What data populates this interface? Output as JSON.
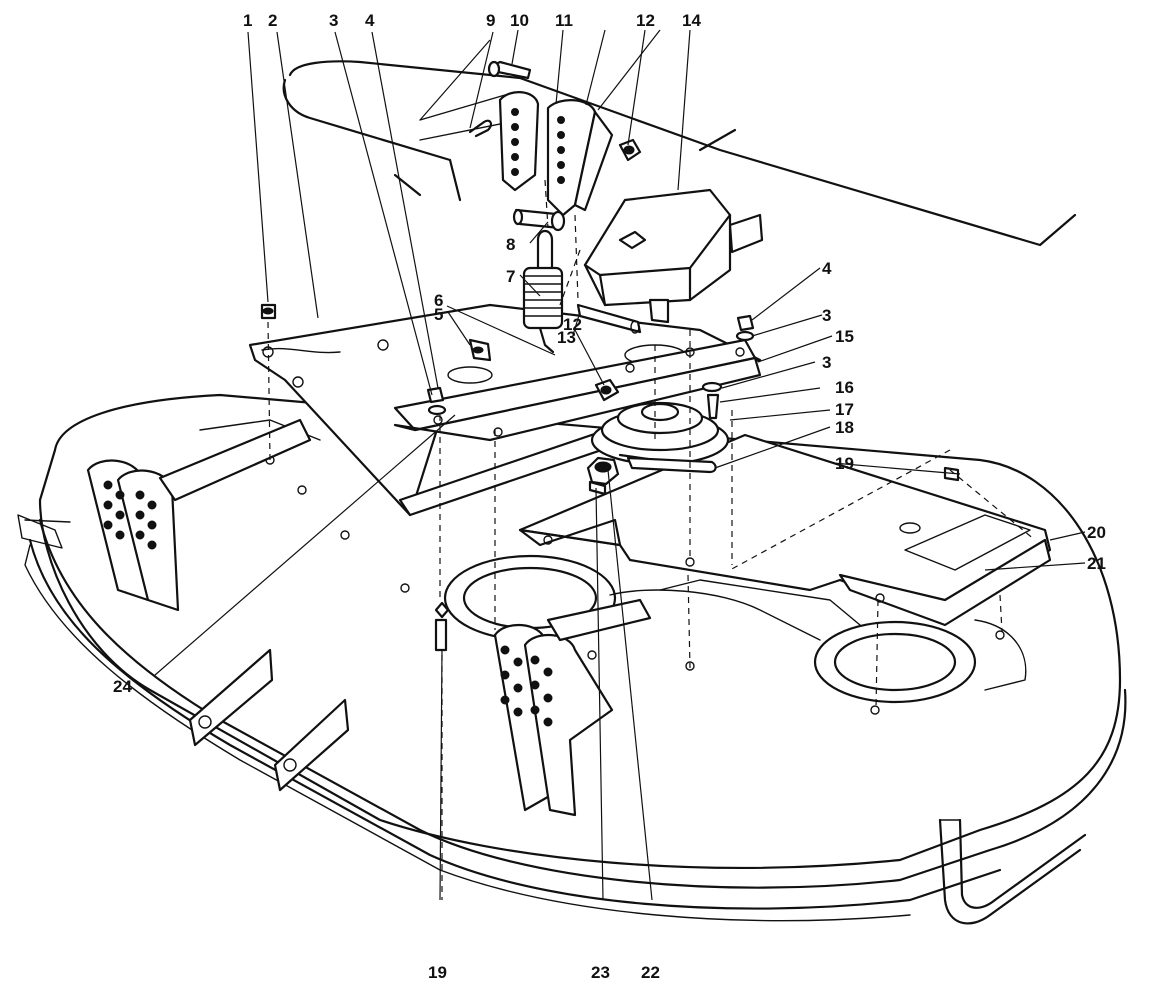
{
  "diagram": {
    "callouts": [
      {
        "id": "c1",
        "text": "1"
      },
      {
        "id": "c2",
        "text": "2"
      },
      {
        "id": "c3a",
        "text": "3"
      },
      {
        "id": "c4a",
        "text": "4"
      },
      {
        "id": "c9",
        "text": "9"
      },
      {
        "id": "c10",
        "text": "10"
      },
      {
        "id": "c11",
        "text": "11"
      },
      {
        "id": "c12a",
        "text": "12"
      },
      {
        "id": "c14",
        "text": "14"
      },
      {
        "id": "c8",
        "text": "8"
      },
      {
        "id": "c7",
        "text": "7"
      },
      {
        "id": "c6",
        "text": "6"
      },
      {
        "id": "c5",
        "text": "5"
      },
      {
        "id": "c12b",
        "text": "12"
      },
      {
        "id": "c13",
        "text": "13"
      },
      {
        "id": "c4b",
        "text": "4"
      },
      {
        "id": "c3b",
        "text": "3"
      },
      {
        "id": "c15",
        "text": "15"
      },
      {
        "id": "c3c",
        "text": "3"
      },
      {
        "id": "c16",
        "text": "16"
      },
      {
        "id": "c17",
        "text": "17"
      },
      {
        "id": "c18",
        "text": "18"
      },
      {
        "id": "c19a",
        "text": "19"
      },
      {
        "id": "c20",
        "text": "20"
      },
      {
        "id": "c21",
        "text": "21"
      },
      {
        "id": "c24",
        "text": "24"
      },
      {
        "id": "c19b",
        "text": "19"
      },
      {
        "id": "c23",
        "text": "23"
      },
      {
        "id": "c22",
        "text": "22"
      }
    ]
  }
}
